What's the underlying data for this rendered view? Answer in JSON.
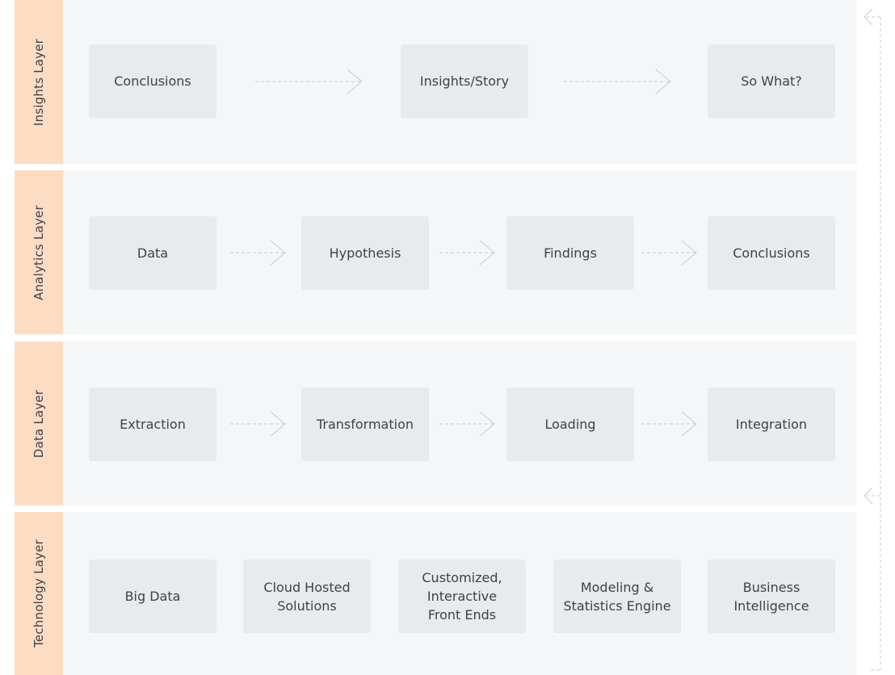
{
  "layers": [
    {
      "label": "Insights Layer",
      "boxes": [
        "Conclusions",
        "Insights/Story",
        "So What?"
      ]
    },
    {
      "label": "Analytics Layer",
      "boxes": [
        "Data",
        "Hypothesis",
        "Findings",
        "Conclusions"
      ]
    },
    {
      "label": "Data Layer",
      "boxes": [
        "Extraction",
        "Transformation",
        "Loading",
        "Integration"
      ]
    },
    {
      "label": "Technology Layer",
      "boxes": [
        "Big Data",
        "Cloud Hosted\nSolutions",
        "Customized,\nInteractive\nFront Ends",
        "Modeling &\nStatistics Engine",
        "Business\nIntelligence"
      ]
    }
  ],
  "colors": {
    "panel": "#f5f6f8",
    "label_strip": "#fddcc4",
    "box": "#e8eaec",
    "text": "#3d434b",
    "connector": "#c8cbd0"
  }
}
